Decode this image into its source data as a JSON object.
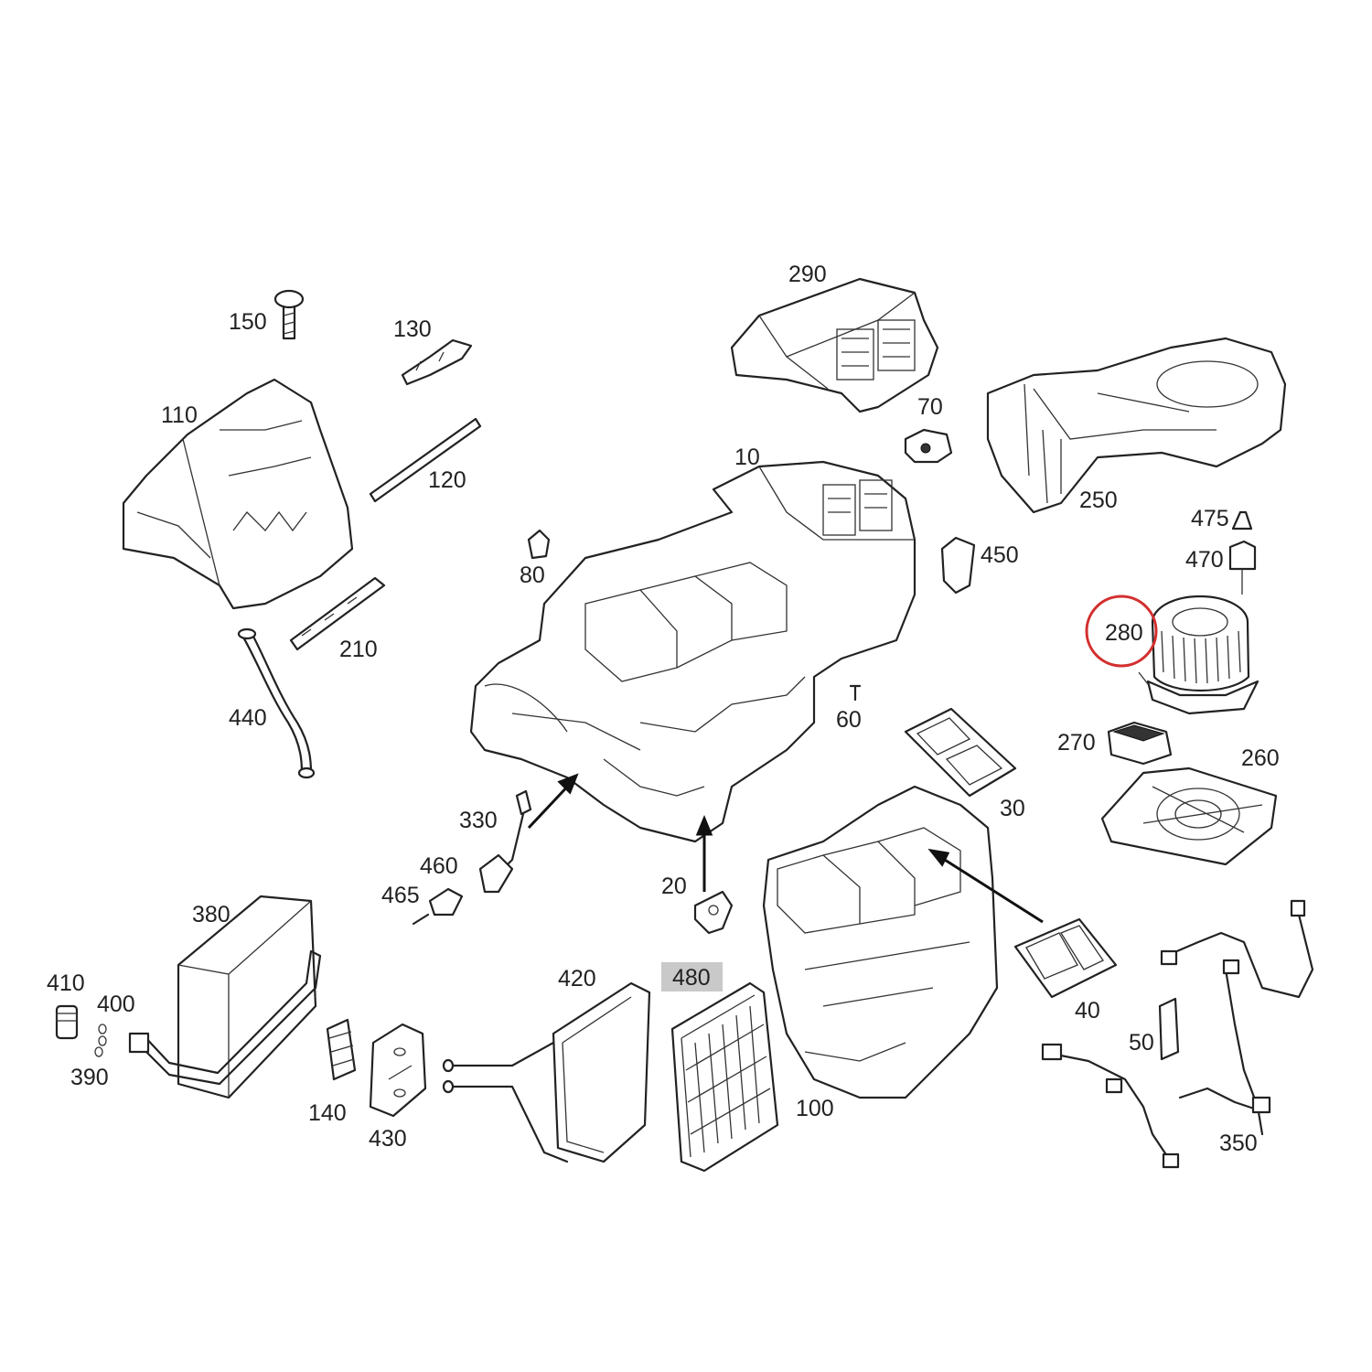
{
  "diagram": {
    "labels": {
      "p10": "10",
      "p20": "20",
      "p30": "30",
      "p40": "40",
      "p50": "50",
      "p60": "60",
      "p70": "70",
      "p80": "80",
      "p100": "100",
      "p110": "110",
      "p120": "120",
      "p130": "130",
      "p140": "140",
      "p150": "150",
      "p210": "210",
      "p250": "250",
      "p260": "260",
      "p270": "270",
      "p280": "280",
      "p290": "290",
      "p330": "330",
      "p350": "350",
      "p380": "380",
      "p390": "390",
      "p400": "400",
      "p410": "410",
      "p420": "420",
      "p430": "430",
      "p440": "440",
      "p450": "450",
      "p460": "460",
      "p465": "465",
      "p470": "470",
      "p475": "475",
      "p480": "480"
    },
    "highlighted_part": "280",
    "highlight_color": "#d32f2f",
    "shaded_label_color": "#c9c9c9"
  }
}
